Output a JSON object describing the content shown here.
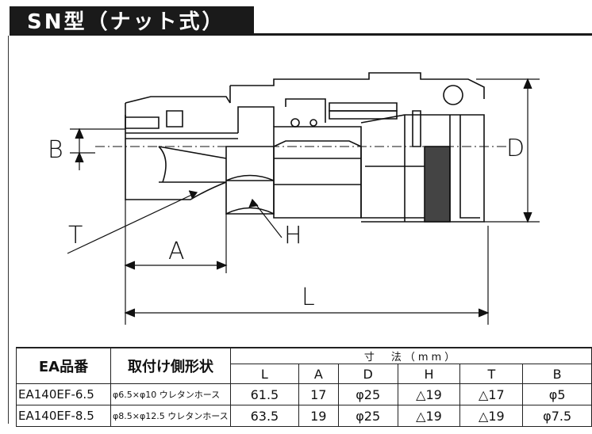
{
  "title": "SN型（ナット式）",
  "labels": {
    "B": "B",
    "D": "D",
    "T": "T",
    "H": "H",
    "A": "A",
    "L": "L"
  },
  "table": {
    "model_header": "EA品番",
    "shape_header": "取付け側形状",
    "dimension_header": "寸　法（mm）",
    "columns": [
      "L",
      "A",
      "D",
      "H",
      "T",
      "B"
    ],
    "rows": [
      {
        "model": "EA140EF-6.5",
        "shape": "φ6.5×φ10 ウレタンホース",
        "values": [
          "61.5",
          "17",
          "φ25",
          "△19",
          "△17",
          "φ5"
        ]
      },
      {
        "model": "EA140EF-8.5",
        "shape": "φ8.5×φ12.5 ウレタンホース",
        "values": [
          "63.5",
          "19",
          "φ25",
          "△19",
          "△19",
          "φ7.5"
        ]
      }
    ]
  }
}
